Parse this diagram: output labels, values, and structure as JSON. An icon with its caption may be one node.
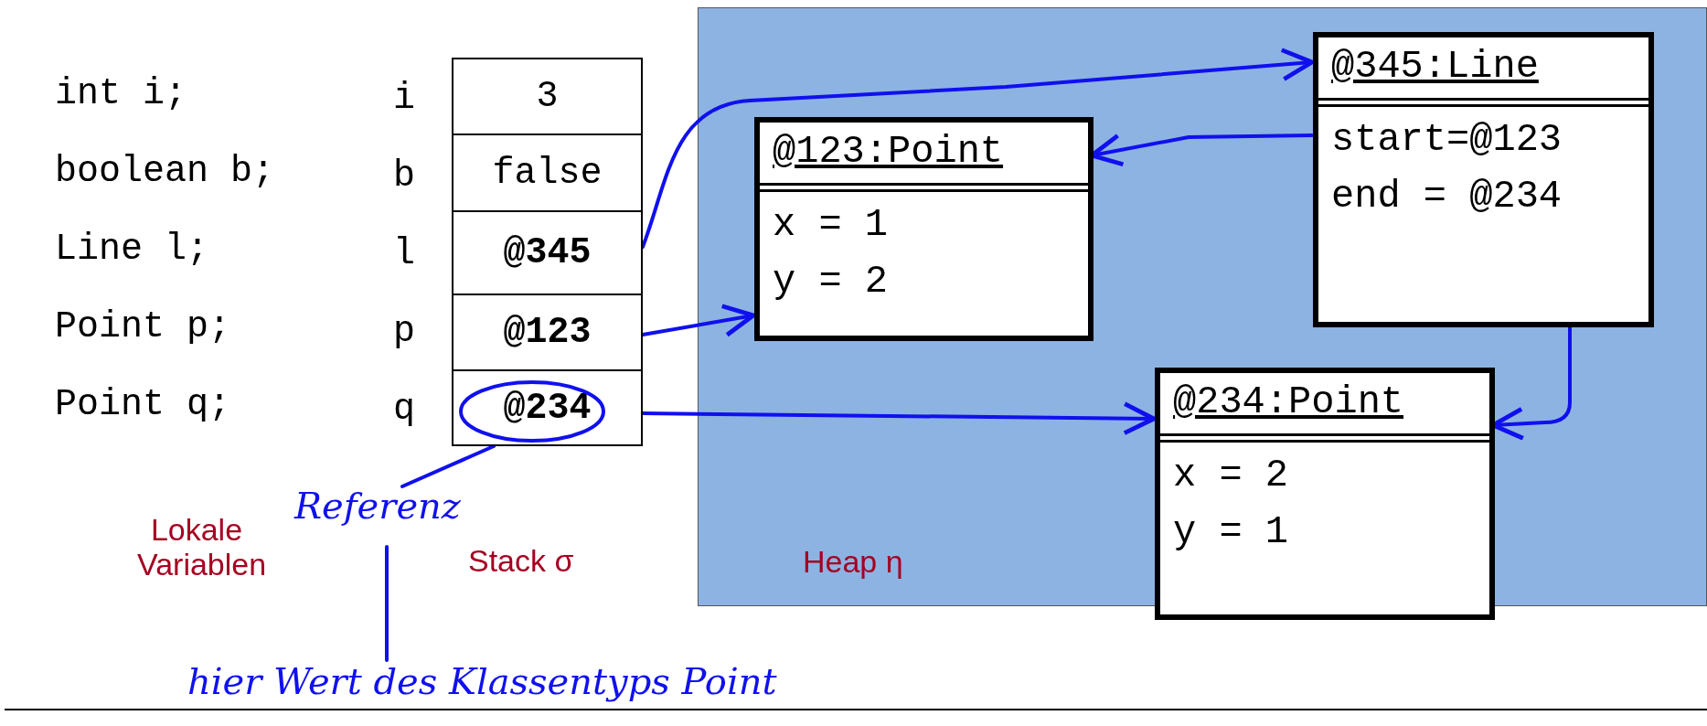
{
  "diagram": {
    "nodes": [
      {
        "text": [
          "3"
        ],
        "beside": [
          "i"
        ]
      },
      {
        "text": [
          "false"
        ],
        "beside": [
          "b"
        ]
      },
      {
        "text": [
          "@345"
        ],
        "beside": [
          "l"
        ]
      },
      {
        "text": [
          "@123"
        ],
        "beside": [
          "p"
        ]
      },
      {
        "text": [
          "@234"
        ],
        "beside": [
          "q"
        ]
      },
      {
        "text": [
          "Heap η"
        ]
      },
      {
        "text": [
          "@123:Point",
          "x = 1",
          "y = 2"
        ],
        "in": 5
      },
      {
        "text": [
          "@345:Line",
          "start=@123",
          "end = @234"
        ],
        "in": 5
      },
      {
        "text": [
          "@234:Point",
          "x = 2",
          "y = 1"
        ],
        "in": 5
      },
      {
        "text": [
          "Referenz"
        ]
      },
      {
        "text": [
          "hier Wert des Klassentyps Point"
        ]
      }
    ],
    "edges": [
      {
        "from": 2,
        "to": 7,
        "arrow": "to"
      },
      {
        "from": 3,
        "to": 6,
        "arrow": "to"
      },
      {
        "from": 4,
        "to": 8,
        "arrow": "to"
      },
      {
        "from": 7,
        "to": 6,
        "arrow": "to"
      },
      {
        "from": 7,
        "to": 8,
        "arrow": "to"
      },
      {
        "from": 9,
        "to": 4,
        "arrow": "none"
      },
      {
        "from": 10,
        "to": 9,
        "arrow": "none"
      }
    ],
    "labels": [
      "int i;",
      "boolean b;",
      "Line l;",
      "Point p;",
      "Point q;",
      "Lokale Variablen",
      "Stack σ"
    ]
  }
}
